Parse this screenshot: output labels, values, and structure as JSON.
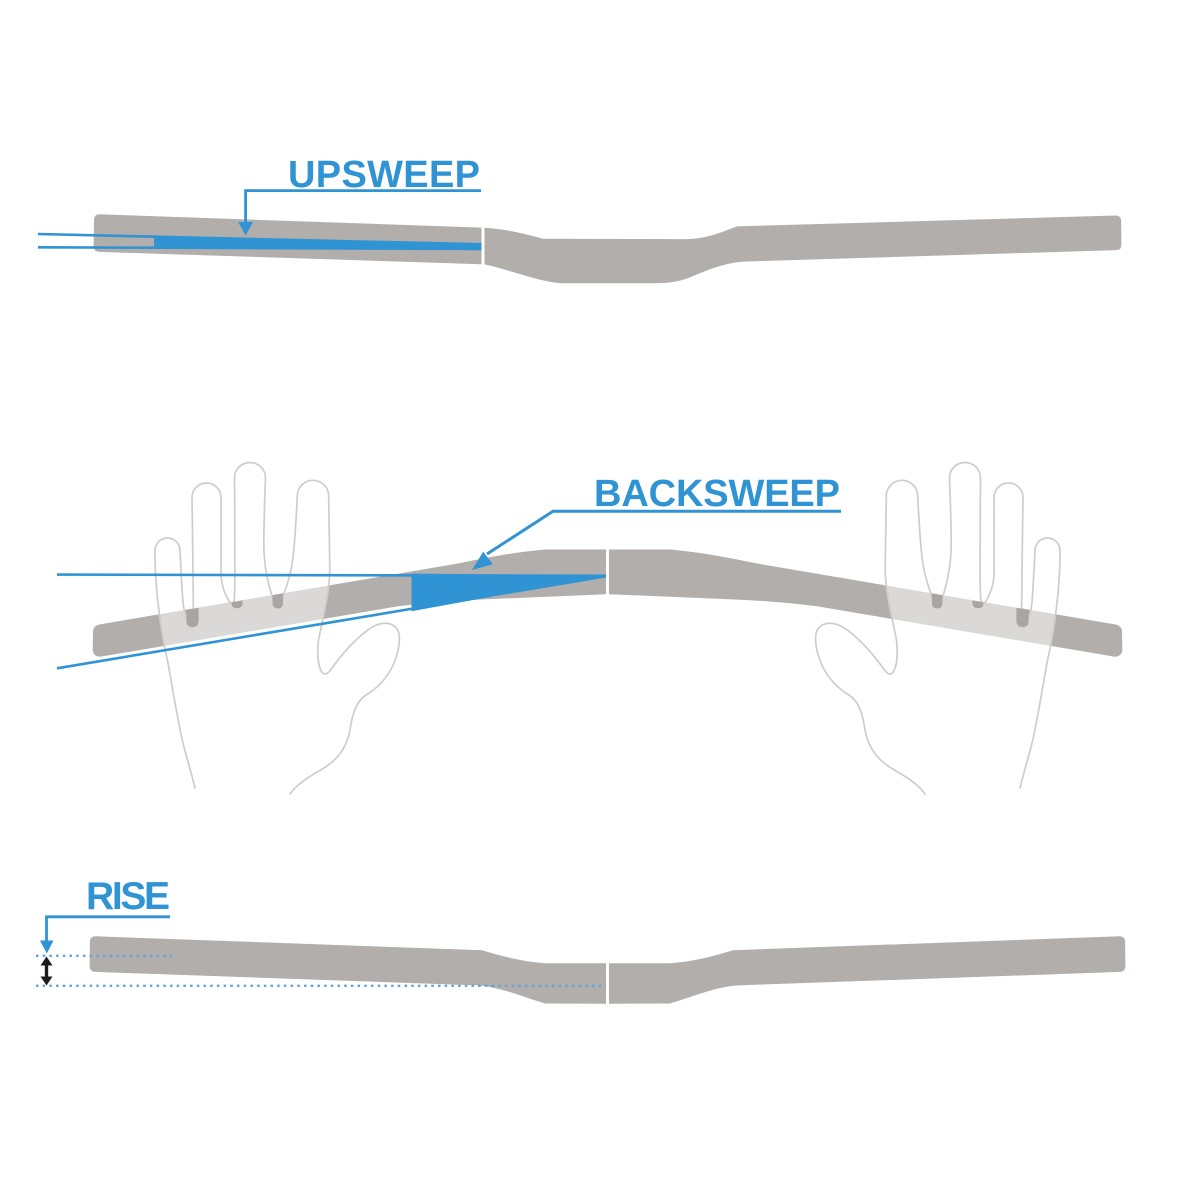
{
  "figures": {
    "upsweep": {
      "label": "UPSWEEP"
    },
    "backsweep": {
      "label": "BACKSWEEP"
    },
    "rise": {
      "label": "RISE"
    }
  },
  "colors": {
    "accent": "#3093d4",
    "dotted": "#62a5d8",
    "bar": "#b2aeab",
    "hand_outline": "#cfcdca",
    "finger_shadow": "#a9a5a2",
    "measure_arrow": "#1c1c1c",
    "background": "#ffffff"
  }
}
